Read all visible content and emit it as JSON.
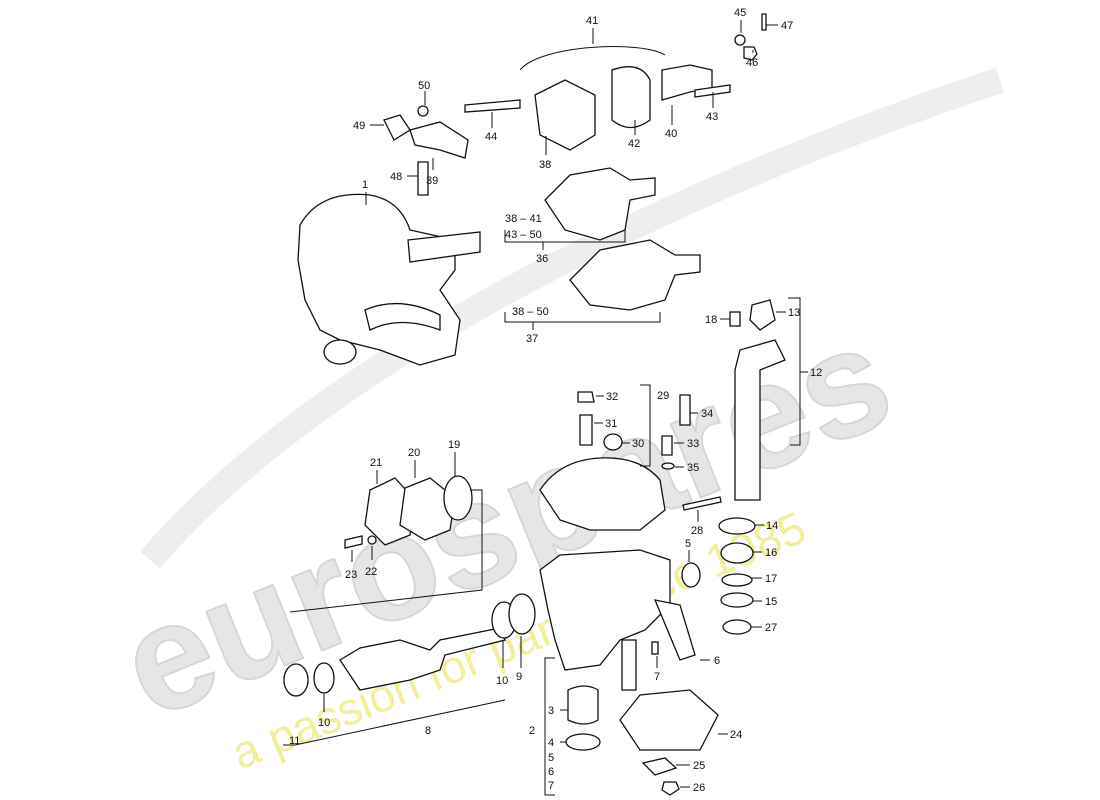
{
  "watermark": {
    "brand": "eurospares",
    "tagline": "a passion for parts since 1985",
    "brand_color": "#e6e6e6",
    "tagline_color": "#f2ee9a"
  },
  "labels": {
    "l1": "1",
    "l2": "2",
    "l3": "3",
    "l4": "4",
    "l5": "5",
    "l5b": "5",
    "l6": "6",
    "l6b": "6",
    "l7": "7",
    "l7b": "7",
    "l8": "8",
    "l9": "9",
    "l10": "10",
    "l10b": "10",
    "l11": "11",
    "l12": "12",
    "l13": "13",
    "l14": "14",
    "l15": "15",
    "l16": "16",
    "l17": "17",
    "l18": "18",
    "l19": "19",
    "l20": "20",
    "l21": "21",
    "l22": "22",
    "l23": "23",
    "l24": "24",
    "l25": "25",
    "l26": "26",
    "l27": "27",
    "l28": "28",
    "l29": "29",
    "l30": "30",
    "l31": "31",
    "l32": "32",
    "l33": "33",
    "l34": "34",
    "l35": "35",
    "l36": "36",
    "l37": "37",
    "l38": "38",
    "l39": "39",
    "l40": "40",
    "l41": "41",
    "l42": "42",
    "l43": "43",
    "l44": "44",
    "l45": "45",
    "l46": "46",
    "l47": "47",
    "l48": "48",
    "l49": "49",
    "l50": "50",
    "g1": "38 – 41",
    "g2": "43 – 50",
    "g3": "38 – 50"
  }
}
